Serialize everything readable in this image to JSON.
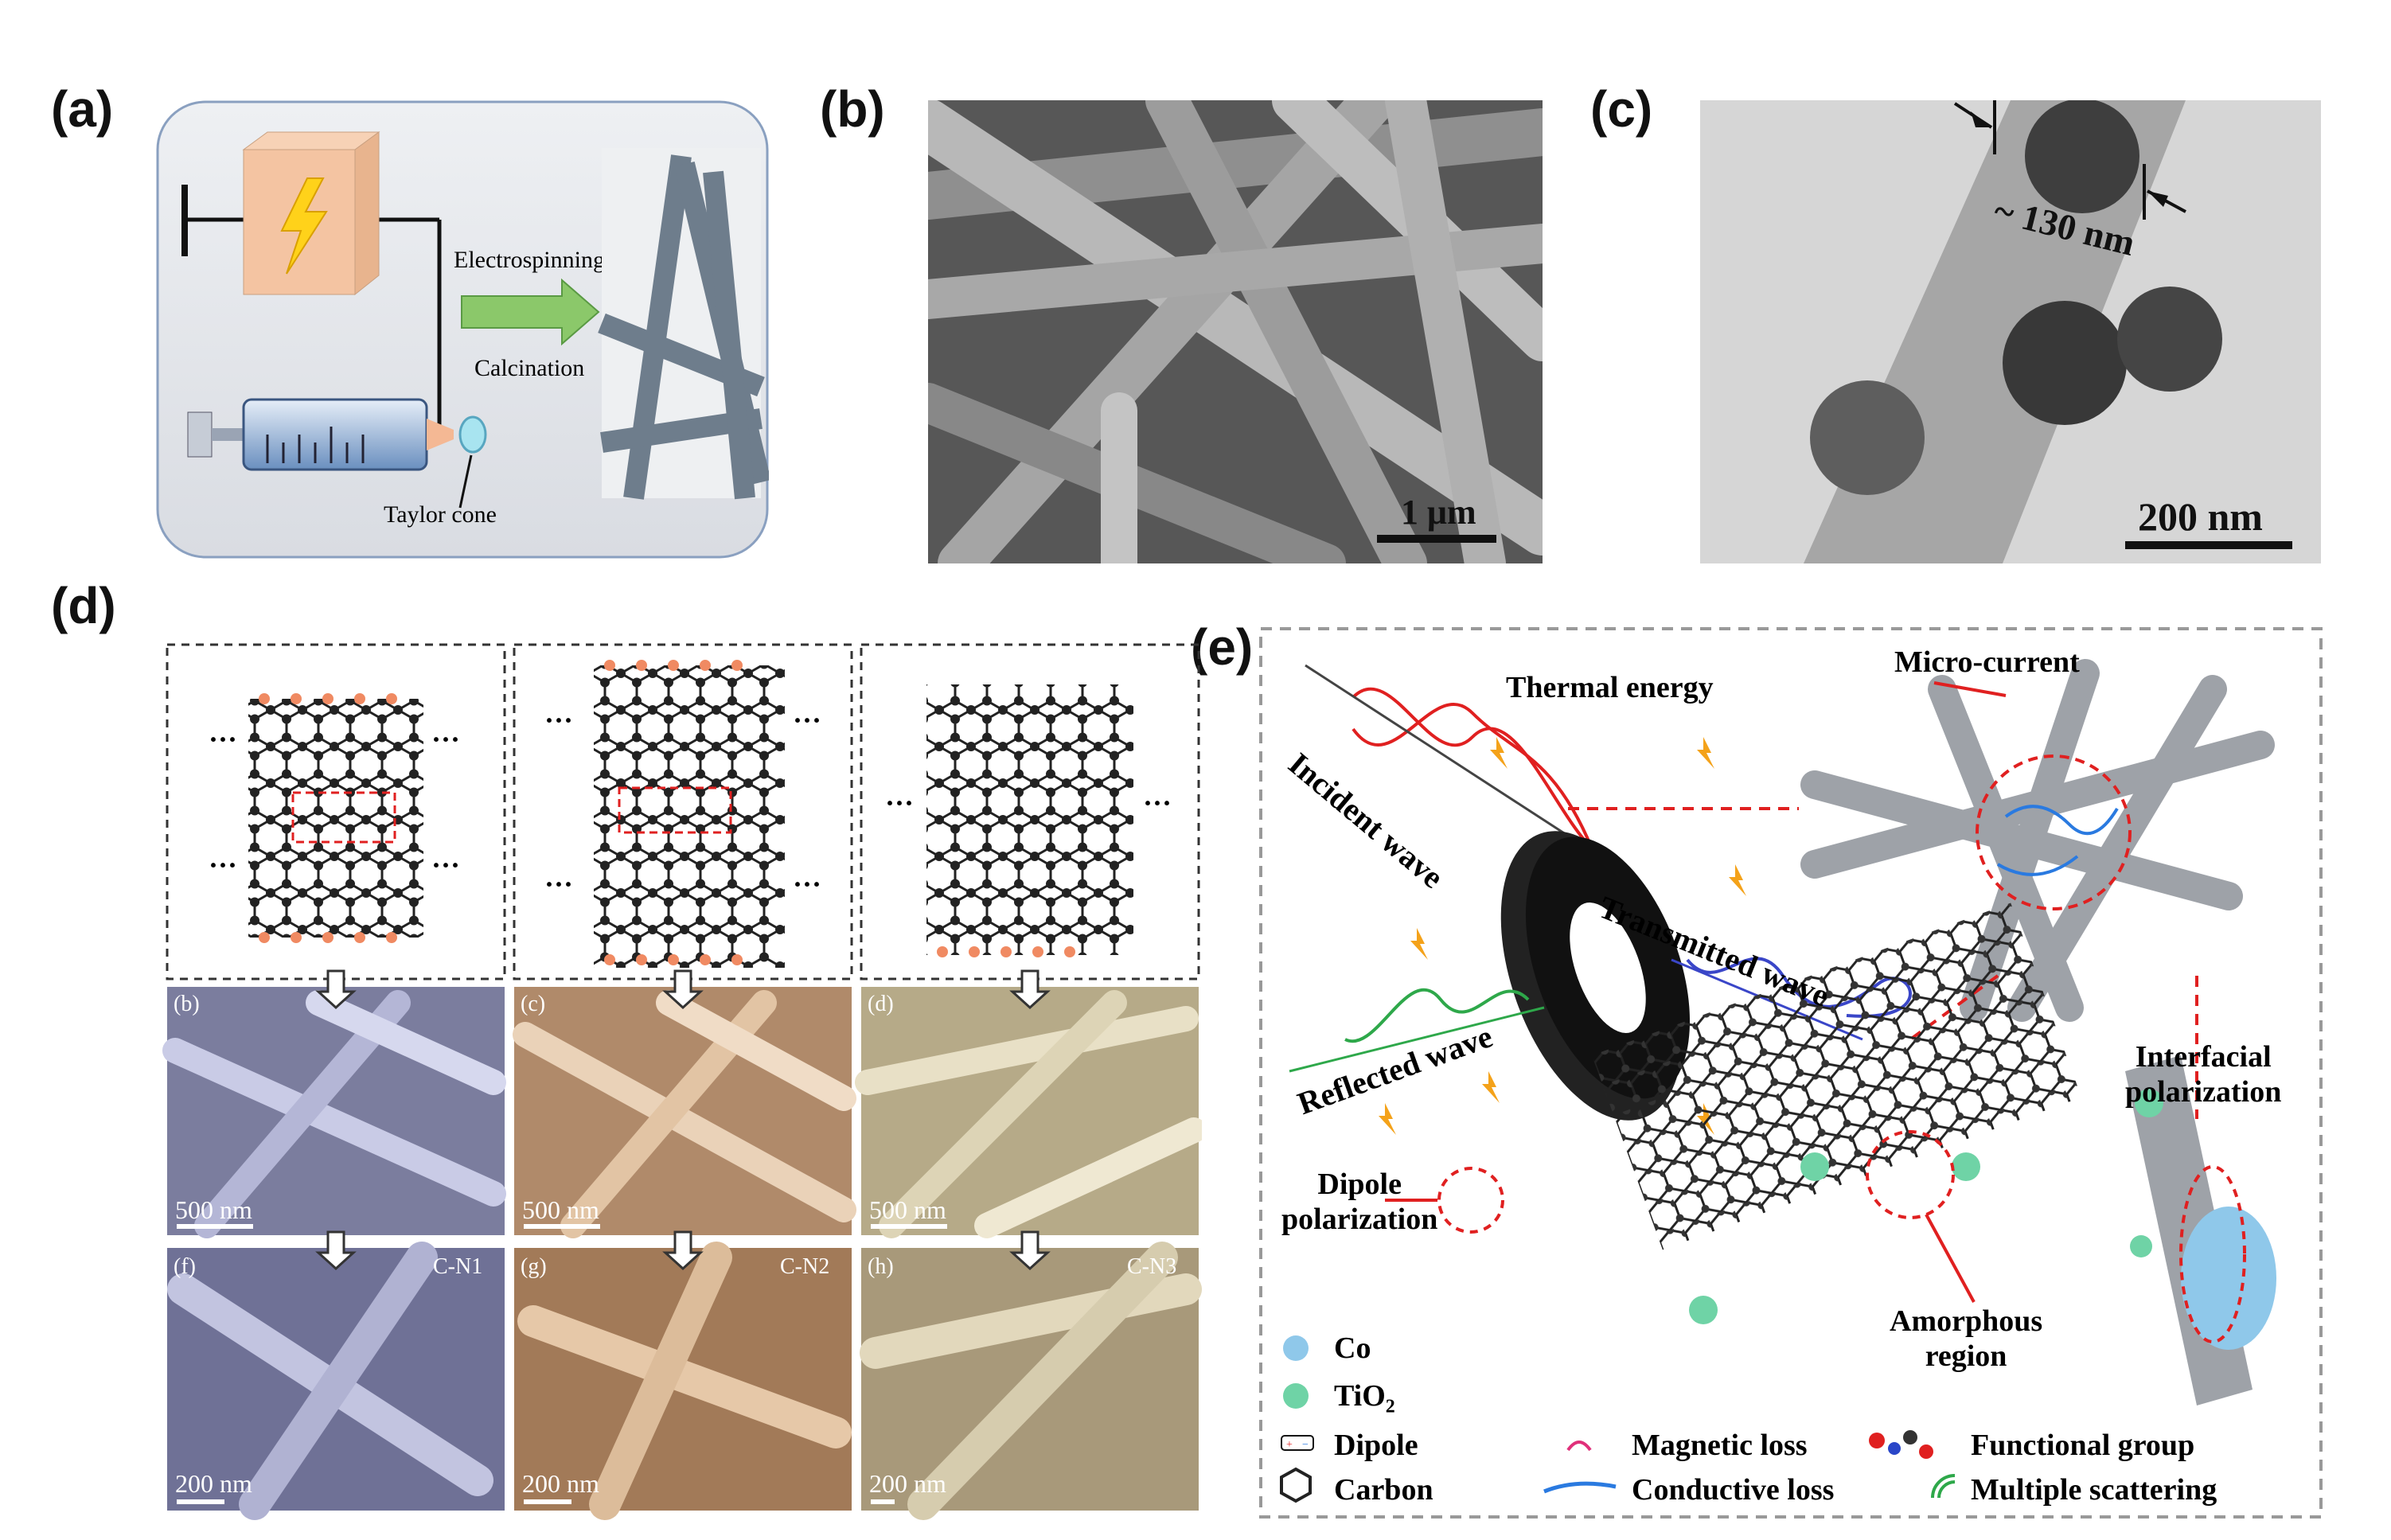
{
  "panel_labels": {
    "a": "(a)",
    "b": "(b)",
    "c": "(c)",
    "d": "(d)",
    "e": "(e)"
  },
  "panel_a": {
    "electrospinning": "Electrospinning",
    "calcination": "Calcination",
    "taylor_cone": "Taylor cone"
  },
  "panel_b": {
    "scale": "1 μm"
  },
  "panel_c": {
    "size": "~ 130 nm",
    "scale": "200 nm"
  },
  "panel_d": {
    "row1": [
      {
        "label": "(b)",
        "scale": "500 nm"
      },
      {
        "label": "(c)",
        "scale": "500 nm"
      },
      {
        "label": "(d)",
        "scale": "500 nm"
      }
    ],
    "row2": [
      {
        "label": "(f)",
        "sample": "C-N1",
        "scale": "200 nm"
      },
      {
        "label": "(g)",
        "sample": "C-N2",
        "scale": "200 nm"
      },
      {
        "label": "(h)",
        "sample": "C-N3",
        "scale": "200 nm"
      }
    ],
    "dots": "···"
  },
  "panel_e": {
    "thermal_energy": "Thermal energy",
    "micro_current": "Micro-current",
    "incident_wave": "Incident wave",
    "transmitted_wave": "Transmitted wave",
    "reflected_wave": "Reflected wave",
    "interfacial_polarization_1": "Interfacial",
    "interfacial_polarization_2": "polarization",
    "dipole_polarization_1": "Dipole",
    "dipole_polarization_2": "polarization",
    "amorphous_region_1": "Amorphous",
    "amorphous_region_2": "region",
    "legend": {
      "co": "Co",
      "tio2": "TiO",
      "tio2_sub": "2",
      "dipole": "Dipole",
      "carbon": "Carbon",
      "magnetic_loss": "Magnetic loss",
      "conductive_loss": "Conductive loss",
      "functional_group": "Functional group",
      "multiple_scattering": "Multiple scattering"
    }
  },
  "colors": {
    "fiber": "#6e7d8c",
    "arrow_green": "#8bc86a",
    "red": "#e02020",
    "blue_wave": "#3a46c8",
    "green_wave": "#2ea84a",
    "co": "#8fc8ea",
    "tio2": "#6fd3a6"
  }
}
